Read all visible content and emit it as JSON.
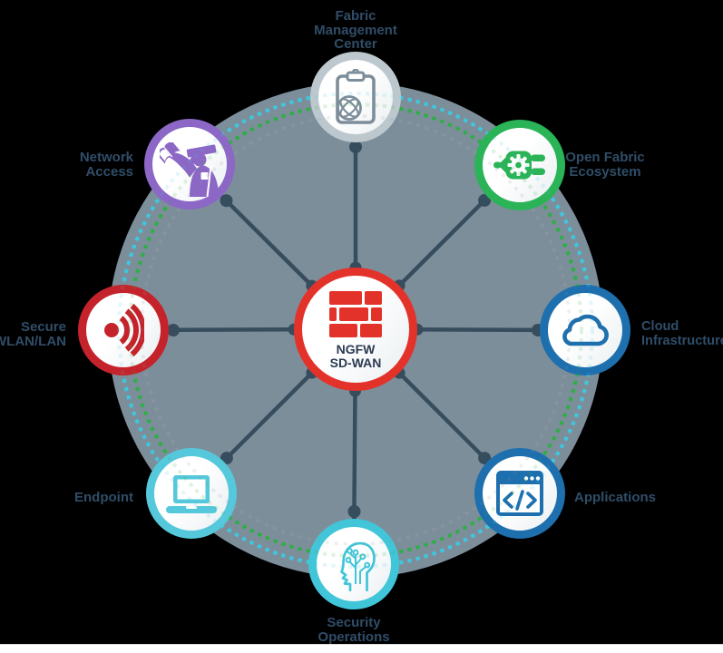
{
  "background_color": "#000000",
  "hub": {
    "circle_color": "#7D8E9B",
    "spoke_color": "#364D5E",
    "dashed_rings": {
      "cyan": "#3EC8DF",
      "green": "#2FAE47",
      "gray": "#8694A0"
    }
  },
  "center": {
    "label": "NGFW\nSD-WAN",
    "icon": "firewall-bricks-icon",
    "ring_color": "#E3322A",
    "icon_color": "#E3322A",
    "label_color": "#2B3A52"
  },
  "label_color": "#304D68",
  "nodes": [
    {
      "label": "Fabric\nManagement\nCenter",
      "icon": "clipboard-globe-icon",
      "ring_color": "#BDC8CE",
      "icon_color": "#7D8E9A",
      "position": "top"
    },
    {
      "label": "Open Fabric\nEcosystem",
      "icon": "plug-gear-icon",
      "ring_color": "#2AB357",
      "icon_color": "#2AB357",
      "position": "top-right"
    },
    {
      "label": "Cloud\nInfrastructure",
      "icon": "cloud-icon",
      "ring_color": "#1D6FAE",
      "icon_color": "#1D6FAE",
      "position": "right"
    },
    {
      "label": "Applications",
      "icon": "code-window-icon",
      "ring_color": "#1D6FAE",
      "icon_color": "#1D6FAE",
      "position": "bottom-right"
    },
    {
      "label": "Security\nOperations",
      "icon": "brain-circuit-icon",
      "ring_color": "#41C5D8",
      "icon_color": "#41C5D8",
      "position": "bottom"
    },
    {
      "label": "Endpoint",
      "icon": "laptop-icon",
      "ring_color": "#55C8DC",
      "icon_color": "#55C8DC",
      "position": "bottom-left"
    },
    {
      "label": "Secure\nWLAN/LAN",
      "icon": "wireless-signal-icon",
      "ring_color": "#C5232B",
      "icon_color": "#C5232B",
      "position": "left"
    },
    {
      "label": "Network\nAccess",
      "icon": "officer-id-check-icon",
      "ring_color": "#8C67C6",
      "icon_color": "#8C67C6",
      "position": "top-left"
    }
  ]
}
